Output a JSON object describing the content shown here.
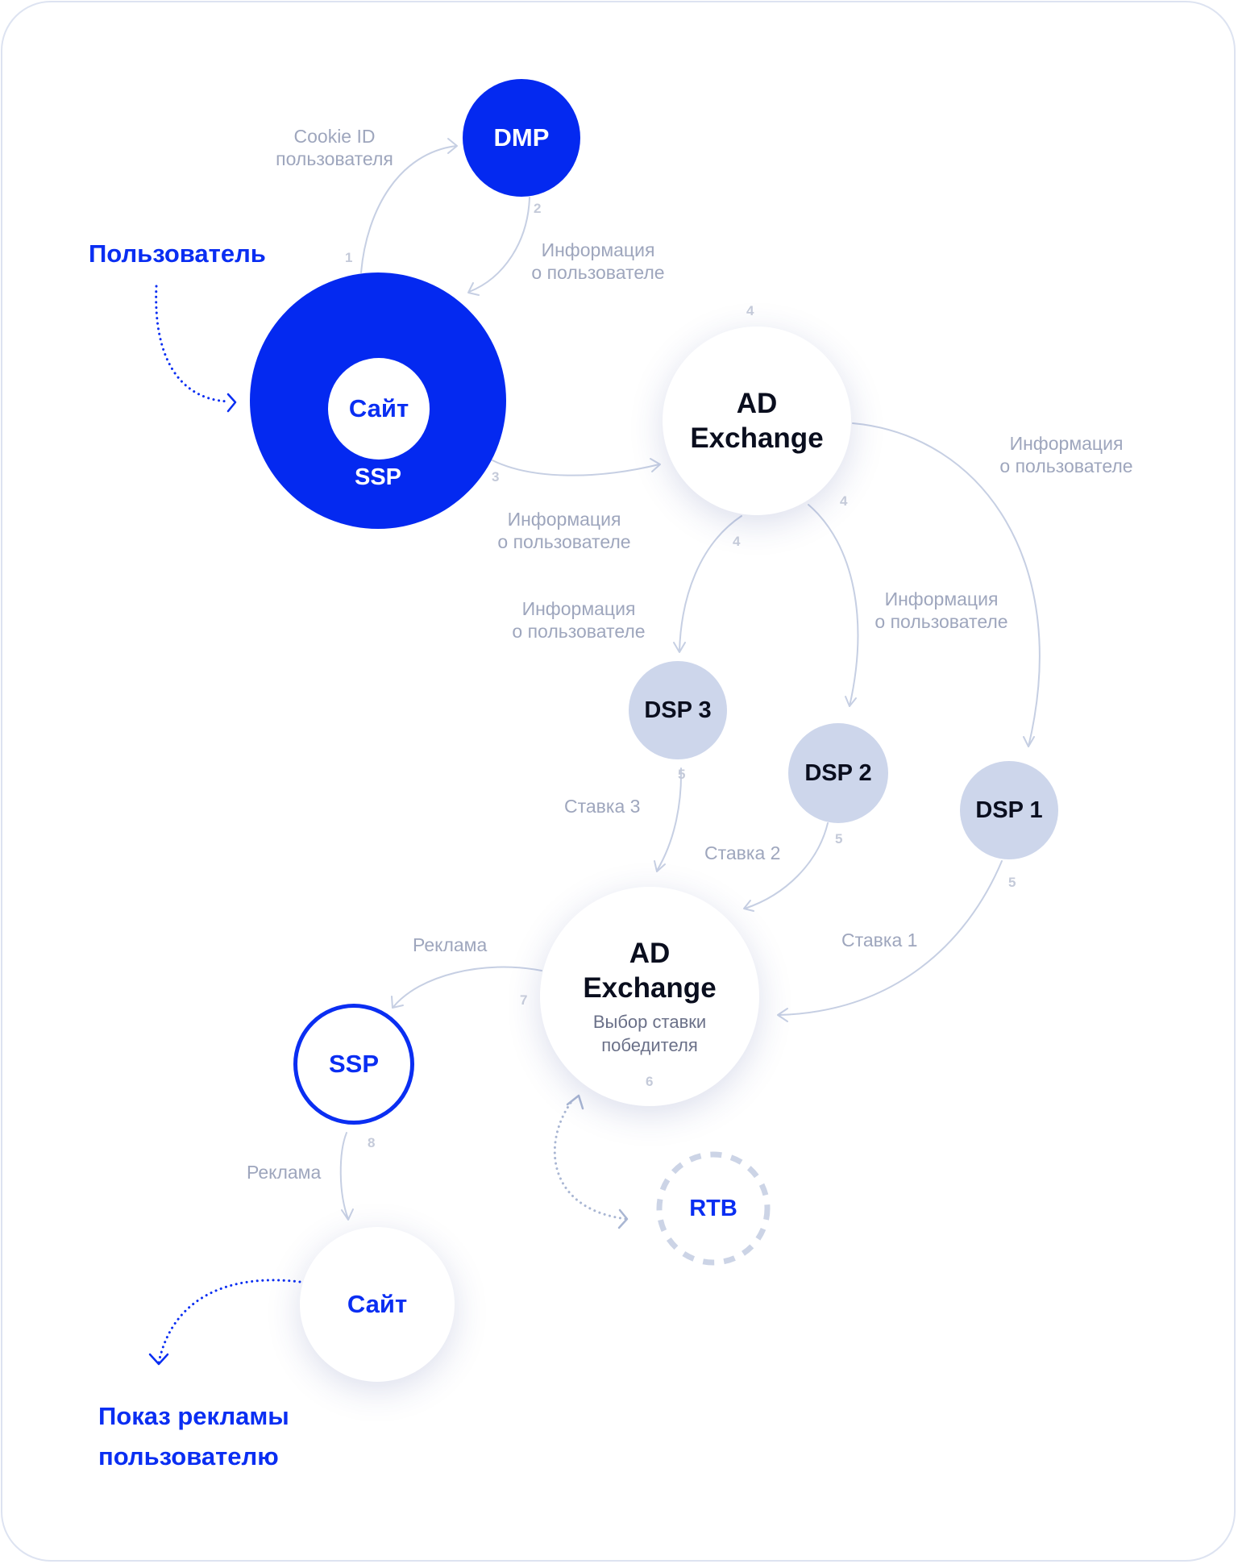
{
  "headings": {
    "user": "Пользователь",
    "ad_show": [
      "Показ рекламы",
      "пользователю"
    ]
  },
  "nodes": {
    "dmp": "DMP",
    "site_inner": "Сайт",
    "ssp_top": "SSP",
    "adx_top": [
      "AD",
      "Exchange"
    ],
    "dsp3": "DSP 3",
    "dsp2": "DSP 2",
    "dsp1": "DSP 1",
    "adx_bottom": [
      "AD",
      "Exchange"
    ],
    "adx_bottom_sub": [
      "Выбор ставки",
      "победителя"
    ],
    "ssp_bottom": "SSP",
    "rtb": "RTB",
    "site_bottom": "Сайт"
  },
  "labels": {
    "cookie": [
      "Cookie ID",
      "пользователя"
    ],
    "info": [
      "Информация",
      "о пользователе"
    ],
    "bid3": "Ставка 3",
    "bid2": "Ставка 2",
    "bid1": "Ставка 1",
    "ad": "Реклама"
  },
  "steps": [
    "1",
    "2",
    "3",
    "4",
    "5",
    "6",
    "7",
    "8"
  ],
  "colors": {
    "accent": "#0429f0",
    "dsp_fill": "#cdd6eb",
    "connector": "#c6cfe3",
    "label_text": "#9ea6bd"
  }
}
